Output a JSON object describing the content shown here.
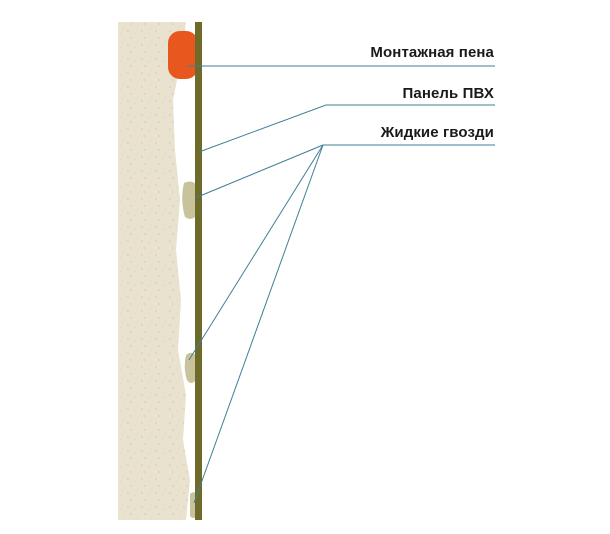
{
  "labels": {
    "foam": "Монтажная пена",
    "panel": "Панель ПВХ",
    "glue": "Жидкие гвозди"
  },
  "colors": {
    "wall": "#e8e0cc",
    "wall_speckle": "#cfc6ae",
    "panel": "#6e6a2a",
    "foam": "#e8581e",
    "glue": "#c9c39c",
    "leader_line": "#3f7f95"
  }
}
